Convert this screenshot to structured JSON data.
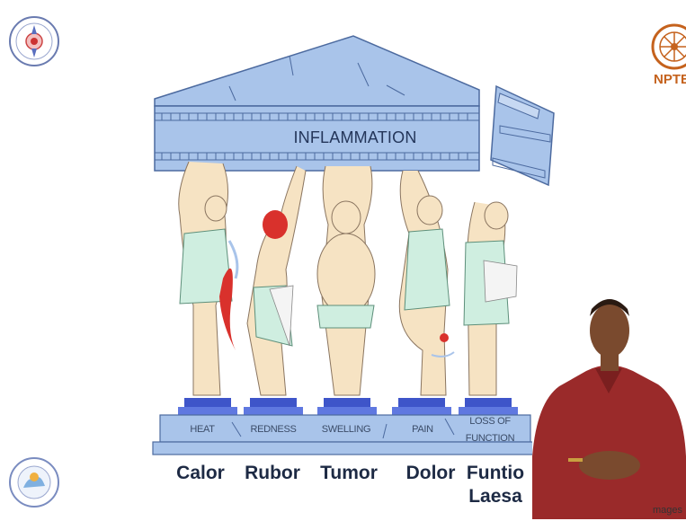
{
  "logos": {
    "left_institute": "institute-seal",
    "right_brand": "NPTE",
    "bottom_institute": "institute-seal-bottom"
  },
  "diagram": {
    "banner_title": "INFLAMMATION",
    "pillars": [
      {
        "label": "HEAT",
        "latin": "Calor"
      },
      {
        "label": "REDNESS",
        "latin": "Rubor"
      },
      {
        "label": "SWELLING",
        "latin": "Tumor"
      },
      {
        "label": "PAIN",
        "latin": "Dolor"
      },
      {
        "label_line1": "LOSS OF",
        "label_line2": "FUNCTION",
        "latin_line1": "Funtio",
        "latin_line2": "Laesa"
      }
    ]
  },
  "watermark": "mages",
  "colors": {
    "temple_blue": "#a9c4ea",
    "temple_stroke": "#4c6a9f",
    "figure_skin": "#f6e3c3",
    "tunic_green": "#cfeee0",
    "base_blue": "#3e55c9",
    "heat_red": "#d9312c",
    "presenter_shirt": "#9a2a2a"
  }
}
